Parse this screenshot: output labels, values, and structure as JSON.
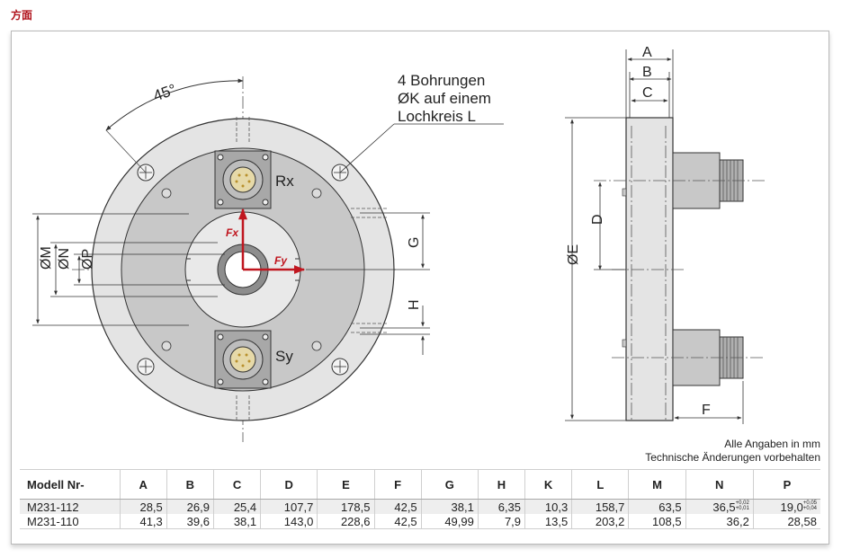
{
  "page": {
    "heading": "方面"
  },
  "drawing": {
    "angle_label": "45°",
    "holes_note_line1": "4 Bohrungen",
    "holes_note_line2": "ØK auf einem",
    "holes_note_line3": "Lochkreis L",
    "connector_top": "Rx",
    "connector_bottom": "Sy",
    "force_x": "Fx",
    "force_y": "Fy",
    "dim_M": "ØM",
    "dim_N": "ØN",
    "dim_P": "ØP",
    "dim_G": "G",
    "dim_H": "H",
    "dim_A": "A",
    "dim_B": "B",
    "dim_C": "C",
    "dim_D": "D",
    "dim_E": "ØE",
    "dim_F": "F"
  },
  "notes": {
    "line1": "Alle Angaben in mm",
    "line2": "Technische Änderungen vorbehalten"
  },
  "table": {
    "headers": [
      "Modell  Nr-",
      "A",
      "B",
      "C",
      "D",
      "E",
      "F",
      "G",
      "H",
      "K",
      "L",
      "M",
      "N",
      "P"
    ],
    "rows": [
      {
        "model": "M231-112",
        "A": "28,5",
        "B": "26,9",
        "C": "25,4",
        "D": "107,7",
        "E": "178,5",
        "F": "42,5",
        "G": "38,1",
        "H": "6,35",
        "K": "10,3",
        "L": "158,7",
        "M": "63,5",
        "N": "36,5",
        "N_tol_upper": "+0,02",
        "N_tol_lower": "+0,01",
        "P": "19,0",
        "P_tol_upper": "+0,05",
        "P_tol_lower": "+0,04"
      },
      {
        "model": "M231-110",
        "A": "41,3",
        "B": "39,6",
        "C": "38,1",
        "D": "143,0",
        "E": "228,6",
        "F": "42,5",
        "G": "49,99",
        "H": "7,9",
        "K": "13,5",
        "L": "203,2",
        "M": "108,5",
        "N": "36,2",
        "P": "28,58"
      }
    ]
  },
  "colors": {
    "heading": "#b0121b",
    "force_arrow": "#c0161f",
    "plate_outer": "#e3e3e3",
    "plate_inner": "#c9c9c9"
  }
}
